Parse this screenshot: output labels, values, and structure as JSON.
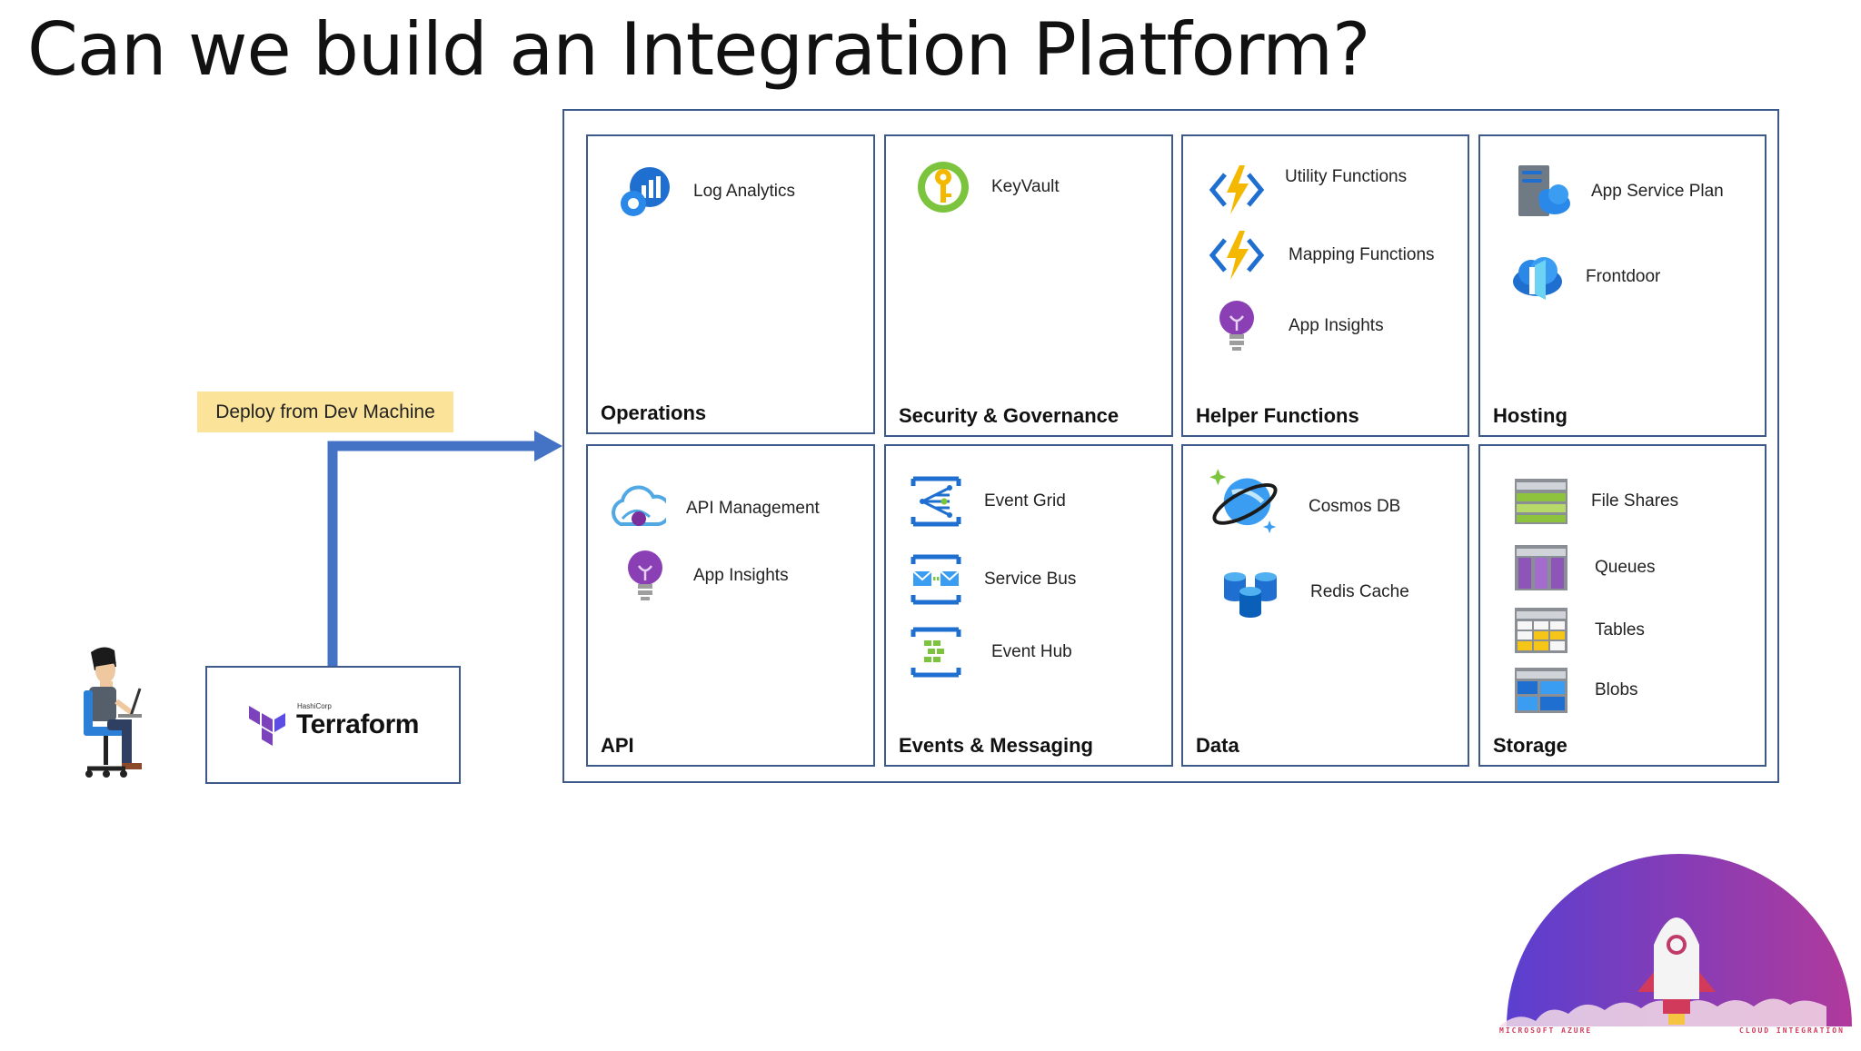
{
  "title": "Can we build an Integration Platform?",
  "deploy_label": "Deploy from Dev Machine",
  "terraform": {
    "brand_small": "HashiCorp",
    "brand": "Terraform"
  },
  "cells": {
    "operations": {
      "title": "Operations",
      "items": [
        {
          "label": "Log Analytics",
          "icon": "log-analytics-icon"
        }
      ]
    },
    "security": {
      "title": "Security & Governance",
      "items": [
        {
          "label": "KeyVault",
          "icon": "keyvault-icon"
        }
      ]
    },
    "helper": {
      "title": "Helper Functions",
      "items": [
        {
          "label": "Utility Functions",
          "icon": "function-icon"
        },
        {
          "label": "Mapping Functions",
          "icon": "function-icon"
        },
        {
          "label": "App Insights",
          "icon": "app-insights-icon"
        }
      ]
    },
    "hosting": {
      "title": "Hosting",
      "items": [
        {
          "label": "App Service Plan",
          "icon": "app-service-plan-icon"
        },
        {
          "label": "Frontdoor",
          "icon": "frontdoor-icon"
        }
      ]
    },
    "api": {
      "title": "API",
      "items": [
        {
          "label": "API Management",
          "icon": "api-management-icon"
        },
        {
          "label": "App Insights",
          "icon": "app-insights-icon"
        }
      ]
    },
    "events": {
      "title": "Events & Messaging",
      "items": [
        {
          "label": "Event Grid",
          "icon": "event-grid-icon"
        },
        {
          "label": "Service Bus",
          "icon": "service-bus-icon"
        },
        {
          "label": "Event Hub",
          "icon": "event-hub-icon"
        }
      ]
    },
    "data": {
      "title": "Data",
      "items": [
        {
          "label": "Cosmos DB",
          "icon": "cosmos-db-icon"
        },
        {
          "label": "Redis Cache",
          "icon": "redis-cache-icon"
        }
      ]
    },
    "storage": {
      "title": "Storage",
      "items": [
        {
          "label": "File Shares",
          "icon": "file-shares-icon"
        },
        {
          "label": "Queues",
          "icon": "queues-icon"
        },
        {
          "label": "Tables",
          "icon": "tables-icon"
        },
        {
          "label": "Blobs",
          "icon": "blobs-icon"
        }
      ]
    }
  },
  "logo": {
    "left_text": "MICROSOFT AZURE",
    "right_text": "CLOUD INTEGRATION"
  },
  "colors": {
    "border": "#3d5a8a",
    "arrow": "#4472c4",
    "label_bg": "#fbe39a",
    "azure_blue": "#0078d4",
    "function_yellow": "#f5b800",
    "terraform_purple": "#7b42bc"
  }
}
